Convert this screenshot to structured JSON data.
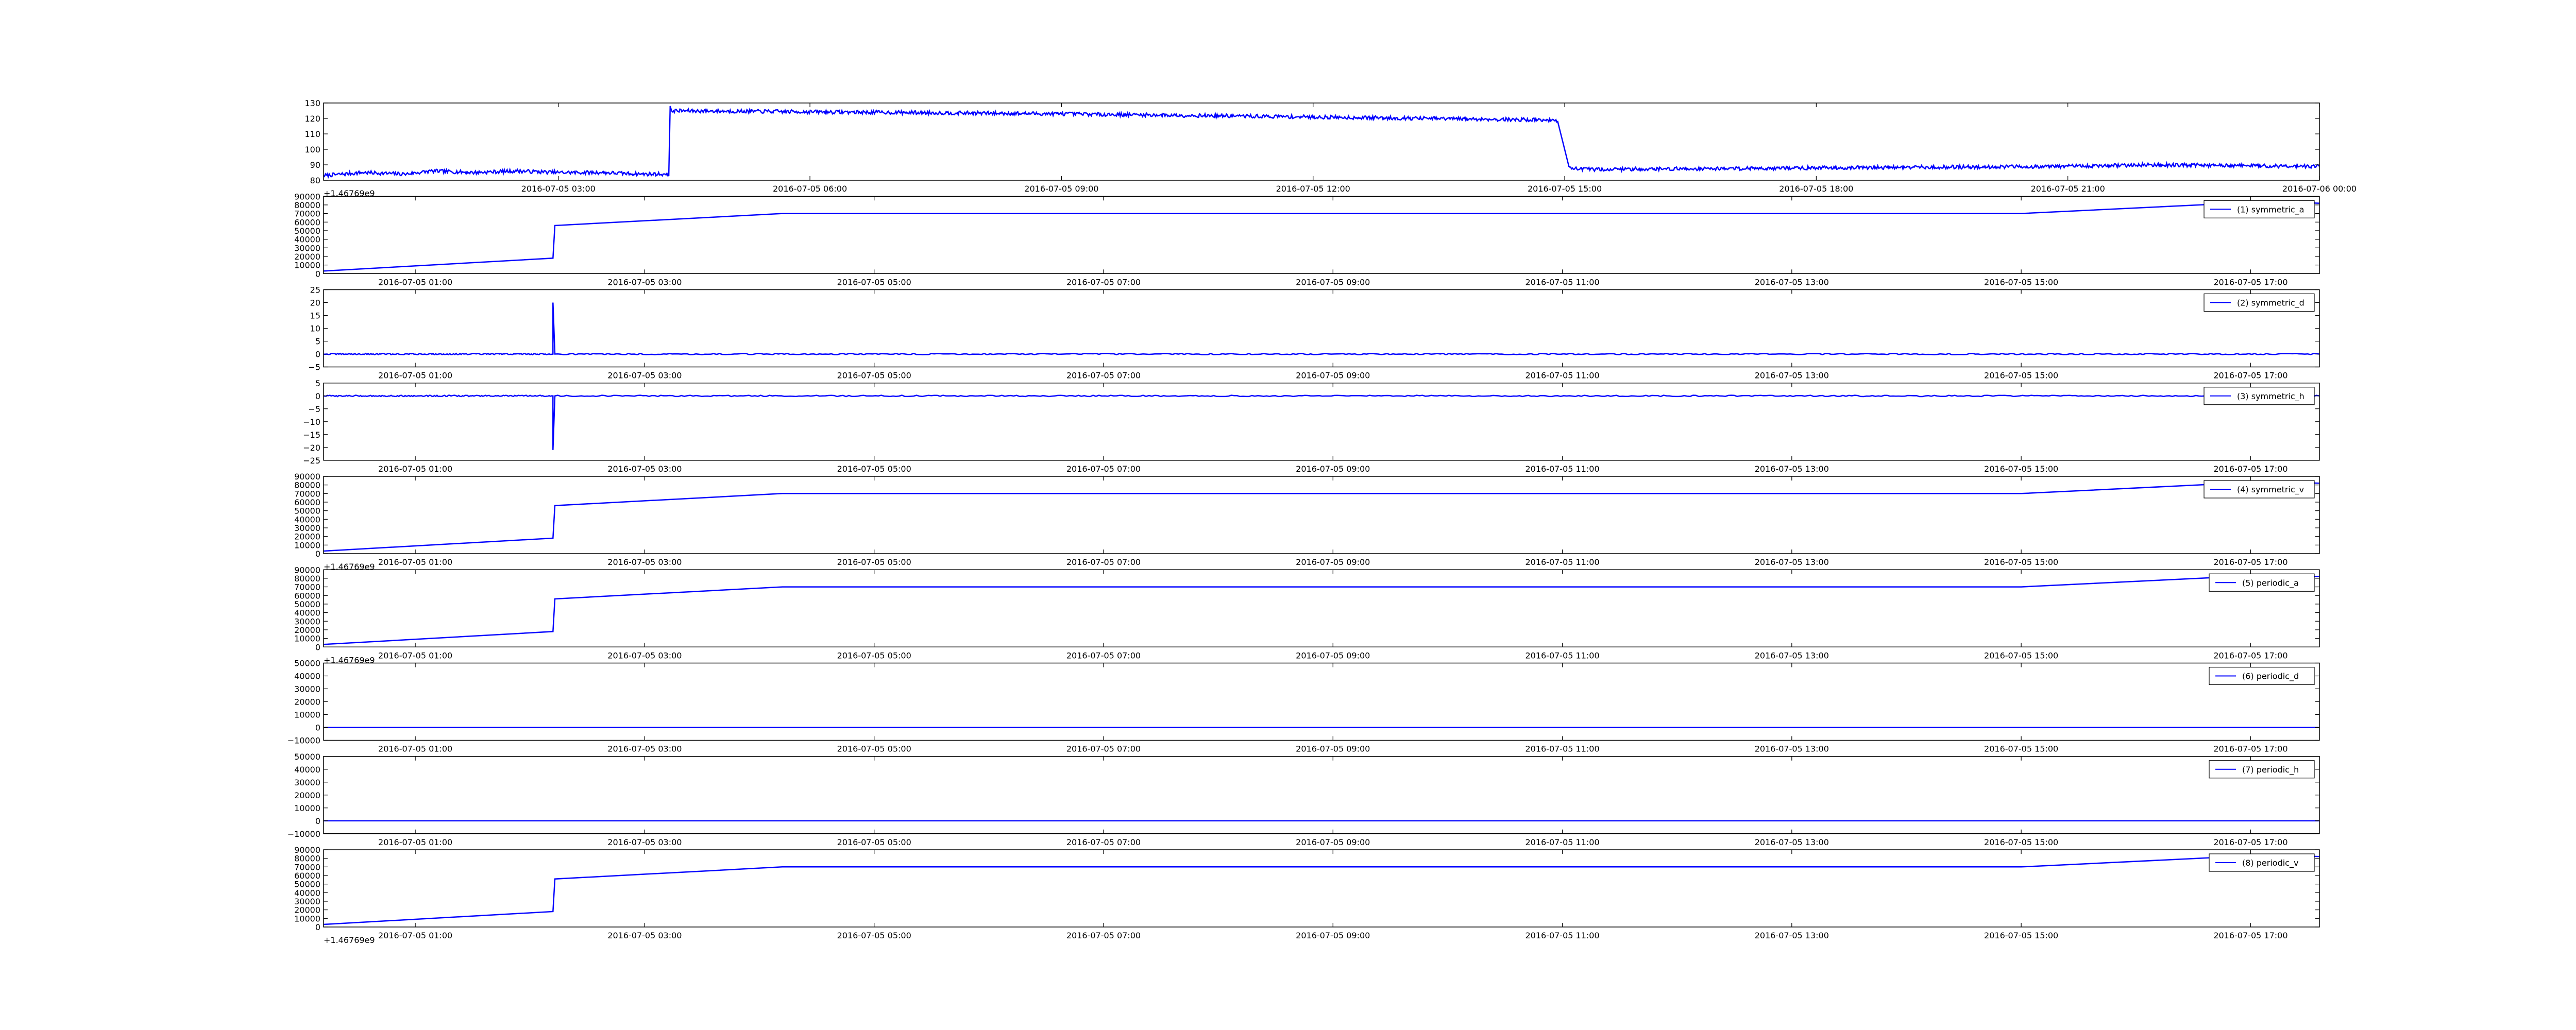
{
  "figure": {
    "background": "#ffffff",
    "line_color": "#0000ff"
  },
  "chart_data": [
    {
      "type": "line",
      "title": "",
      "xlabel": "",
      "ylabel": "",
      "offset_text": "+1.46769e9",
      "ylim": [
        80,
        130
      ],
      "yticks": [
        "80",
        "90",
        "100",
        "110",
        "120",
        "130"
      ],
      "xlim": [
        "2016-07-05 00:12",
        "2016-07-06 00:00"
      ],
      "xticks": [
        {
          "label": "2016-07-05 03:00",
          "t": "2016-07-05 03:00"
        },
        {
          "label": "2016-07-05 06:00",
          "t": "2016-07-05 06:00"
        },
        {
          "label": "2016-07-05 09:00",
          "t": "2016-07-05 09:00"
        },
        {
          "label": "2016-07-05 12:00",
          "t": "2016-07-05 12:00"
        },
        {
          "label": "2016-07-05 15:00",
          "t": "2016-07-05 15:00"
        },
        {
          "label": "2016-07-05 18:00",
          "t": "2016-07-05 18:00"
        },
        {
          "label": "2016-07-05 21:00",
          "t": "2016-07-05 21:00"
        },
        {
          "label": "2016-07-06 00:00",
          "t": "2016-07-06 00:00"
        }
      ],
      "series": [
        {
          "noise": 1.2,
          "points": [
            [
              "2016-07-05 00:12",
              83
            ],
            [
              "2016-07-05 00:40",
              85
            ],
            [
              "2016-07-05 01:10",
              84
            ],
            [
              "2016-07-05 01:30",
              86
            ],
            [
              "2016-07-05 02:00",
              85
            ],
            [
              "2016-07-05 02:30",
              86
            ],
            [
              "2016-07-05 03:00",
              85
            ],
            [
              "2016-07-05 03:30",
              85
            ],
            [
              "2016-07-05 04:00",
              84
            ],
            [
              "2016-07-05 04:15",
              84
            ],
            [
              "2016-07-05 04:19",
              83
            ],
            [
              "2016-07-05 04:20",
              128
            ],
            [
              "2016-07-05 04:21",
              125
            ],
            [
              "2016-07-05 09:00",
              123
            ],
            [
              "2016-07-05 14:48",
              119
            ],
            [
              "2016-07-05 14:55",
              118
            ],
            [
              "2016-07-05 15:03",
              89
            ],
            [
              "2016-07-05 15:10",
              87
            ],
            [
              "2016-07-05 18:00",
              88
            ],
            [
              "2016-07-05 21:00",
              89
            ],
            [
              "2016-07-05 22:00",
              90
            ],
            [
              "2016-07-06 00:00",
              89
            ]
          ]
        }
      ]
    },
    {
      "type": "line",
      "title": "",
      "xlabel": "",
      "ylabel": "",
      "ylim": [
        0,
        90000
      ],
      "yticks": [
        "0",
        "10000",
        "20000",
        "30000",
        "40000",
        "50000",
        "60000",
        "70000",
        "80000",
        "90000"
      ],
      "xlim": [
        "2016-07-05 00:12",
        "2016-07-05 17:36"
      ],
      "xticks": [
        {
          "label": "2016-07-05 01:00",
          "t": "2016-07-05 01:00"
        },
        {
          "label": "2016-07-05 03:00",
          "t": "2016-07-05 03:00"
        },
        {
          "label": "2016-07-05 05:00",
          "t": "2016-07-05 05:00"
        },
        {
          "label": "2016-07-05 07:00",
          "t": "2016-07-05 07:00"
        },
        {
          "label": "2016-07-05 09:00",
          "t": "2016-07-05 09:00"
        },
        {
          "label": "2016-07-05 11:00",
          "t": "2016-07-05 11:00"
        },
        {
          "label": "2016-07-05 13:00",
          "t": "2016-07-05 13:00"
        },
        {
          "label": "2016-07-05 15:00",
          "t": "2016-07-05 15:00"
        },
        {
          "label": "2016-07-05 17:00",
          "t": "2016-07-05 17:00"
        }
      ],
      "legend": "(1) symmetric_a",
      "legend_loc": "upper right",
      "series": [
        {
          "name": "(1) symmetric_a",
          "noise": 0,
          "points": [
            [
              "2016-07-05 00:12",
              3000
            ],
            [
              "2016-07-05 02:12",
              18000
            ],
            [
              "2016-07-05 02:13",
              56000
            ],
            [
              "2016-07-05 04:12",
              70000
            ],
            [
              "2016-07-05 15:00",
              70000
            ],
            [
              "2016-07-05 17:10",
              84000
            ],
            [
              "2016-07-05 17:36",
              82000
            ]
          ]
        }
      ]
    },
    {
      "type": "line",
      "title": "",
      "xlabel": "",
      "ylabel": "",
      "ylim": [
        -5,
        25
      ],
      "yticks": [
        "−5",
        "0",
        "5",
        "10",
        "15",
        "20",
        "25"
      ],
      "xlim": [
        "2016-07-05 00:12",
        "2016-07-05 17:36"
      ],
      "xticks": [
        {
          "label": "2016-07-05 01:00",
          "t": "2016-07-05 01:00"
        },
        {
          "label": "2016-07-05 03:00",
          "t": "2016-07-05 03:00"
        },
        {
          "label": "2016-07-05 05:00",
          "t": "2016-07-05 05:00"
        },
        {
          "label": "2016-07-05 07:00",
          "t": "2016-07-05 07:00"
        },
        {
          "label": "2016-07-05 09:00",
          "t": "2016-07-05 09:00"
        },
        {
          "label": "2016-07-05 11:00",
          "t": "2016-07-05 11:00"
        },
        {
          "label": "2016-07-05 13:00",
          "t": "2016-07-05 13:00"
        },
        {
          "label": "2016-07-05 15:00",
          "t": "2016-07-05 15:00"
        },
        {
          "label": "2016-07-05 17:00",
          "t": "2016-07-05 17:00"
        }
      ],
      "legend": "(2) symmetric_d",
      "legend_loc": "upper right",
      "series": [
        {
          "name": "(2) symmetric_d",
          "noise": 0.25,
          "points": [
            [
              "2016-07-05 00:12",
              0
            ],
            [
              "2016-07-05 02:12",
              0
            ],
            [
              "2016-07-05 02:12",
              20
            ],
            [
              "2016-07-05 02:13",
              0
            ],
            [
              "2016-07-05 17:36",
              0
            ]
          ]
        }
      ]
    },
    {
      "type": "line",
      "title": "",
      "xlabel": "",
      "ylabel": "",
      "ylim": [
        -25,
        5
      ],
      "yticks": [
        "−25",
        "−20",
        "−15",
        "−10",
        "−5",
        "0",
        "5"
      ],
      "xlim": [
        "2016-07-05 00:12",
        "2016-07-05 17:36"
      ],
      "xticks": [
        {
          "label": "2016-07-05 01:00",
          "t": "2016-07-05 01:00"
        },
        {
          "label": "2016-07-05 03:00",
          "t": "2016-07-05 03:00"
        },
        {
          "label": "2016-07-05 05:00",
          "t": "2016-07-05 05:00"
        },
        {
          "label": "2016-07-05 07:00",
          "t": "2016-07-05 07:00"
        },
        {
          "label": "2016-07-05 09:00",
          "t": "2016-07-05 09:00"
        },
        {
          "label": "2016-07-05 11:00",
          "t": "2016-07-05 11:00"
        },
        {
          "label": "2016-07-05 13:00",
          "t": "2016-07-05 13:00"
        },
        {
          "label": "2016-07-05 15:00",
          "t": "2016-07-05 15:00"
        },
        {
          "label": "2016-07-05 17:00",
          "t": "2016-07-05 17:00"
        }
      ],
      "legend": "(3) symmetric_h",
      "legend_loc": "upper right",
      "series": [
        {
          "name": "(3) symmetric_h",
          "noise": 0.25,
          "points": [
            [
              "2016-07-05 00:12",
              0
            ],
            [
              "2016-07-05 02:12",
              0
            ],
            [
              "2016-07-05 02:12",
              -21
            ],
            [
              "2016-07-05 02:13",
              0
            ],
            [
              "2016-07-05 17:36",
              0
            ]
          ]
        }
      ]
    },
    {
      "type": "line",
      "title": "",
      "xlabel": "",
      "ylabel": "",
      "offset_text": "+1.46769e9",
      "ylim": [
        0,
        90000
      ],
      "yticks": [
        "0",
        "10000",
        "20000",
        "30000",
        "40000",
        "50000",
        "60000",
        "70000",
        "80000",
        "90000"
      ],
      "xlim": [
        "2016-07-05 00:12",
        "2016-07-05 17:36"
      ],
      "xticks": [
        {
          "label": "2016-07-05 01:00",
          "t": "2016-07-05 01:00"
        },
        {
          "label": "2016-07-05 03:00",
          "t": "2016-07-05 03:00"
        },
        {
          "label": "2016-07-05 05:00",
          "t": "2016-07-05 05:00"
        },
        {
          "label": "2016-07-05 07:00",
          "t": "2016-07-05 07:00"
        },
        {
          "label": "2016-07-05 09:00",
          "t": "2016-07-05 09:00"
        },
        {
          "label": "2016-07-05 11:00",
          "t": "2016-07-05 11:00"
        },
        {
          "label": "2016-07-05 13:00",
          "t": "2016-07-05 13:00"
        },
        {
          "label": "2016-07-05 15:00",
          "t": "2016-07-05 15:00"
        },
        {
          "label": "2016-07-05 17:00",
          "t": "2016-07-05 17:00"
        }
      ],
      "legend": "(4) symmetric_v",
      "legend_loc": "upper right",
      "series": [
        {
          "name": "(4) symmetric_v",
          "noise": 0,
          "points": [
            [
              "2016-07-05 00:12",
              3000
            ],
            [
              "2016-07-05 02:12",
              18000
            ],
            [
              "2016-07-05 02:13",
              56000
            ],
            [
              "2016-07-05 04:12",
              70000
            ],
            [
              "2016-07-05 15:00",
              70000
            ],
            [
              "2016-07-05 17:10",
              84000
            ],
            [
              "2016-07-05 17:36",
              82000
            ]
          ]
        }
      ]
    },
    {
      "type": "line",
      "title": "",
      "xlabel": "",
      "ylabel": "",
      "offset_text": "+1.46769e9",
      "ylim": [
        0,
        90000
      ],
      "yticks": [
        "0",
        "10000",
        "20000",
        "30000",
        "40000",
        "50000",
        "60000",
        "70000",
        "80000",
        "90000"
      ],
      "xlim": [
        "2016-07-05 00:12",
        "2016-07-05 17:36"
      ],
      "xticks": [
        {
          "label": "2016-07-05 01:00",
          "t": "2016-07-05 01:00"
        },
        {
          "label": "2016-07-05 03:00",
          "t": "2016-07-05 03:00"
        },
        {
          "label": "2016-07-05 05:00",
          "t": "2016-07-05 05:00"
        },
        {
          "label": "2016-07-05 07:00",
          "t": "2016-07-05 07:00"
        },
        {
          "label": "2016-07-05 09:00",
          "t": "2016-07-05 09:00"
        },
        {
          "label": "2016-07-05 11:00",
          "t": "2016-07-05 11:00"
        },
        {
          "label": "2016-07-05 13:00",
          "t": "2016-07-05 13:00"
        },
        {
          "label": "2016-07-05 15:00",
          "t": "2016-07-05 15:00"
        },
        {
          "label": "2016-07-05 17:00",
          "t": "2016-07-05 17:00"
        }
      ],
      "legend": "(5) periodic_a",
      "legend_loc": "upper right",
      "series": [
        {
          "name": "(5) periodic_a",
          "noise": 0,
          "points": [
            [
              "2016-07-05 00:12",
              3000
            ],
            [
              "2016-07-05 02:12",
              18000
            ],
            [
              "2016-07-05 02:13",
              56000
            ],
            [
              "2016-07-05 04:12",
              70000
            ],
            [
              "2016-07-05 15:00",
              70000
            ],
            [
              "2016-07-05 17:10",
              84000
            ],
            [
              "2016-07-05 17:36",
              82000
            ]
          ]
        }
      ]
    },
    {
      "type": "line",
      "title": "",
      "xlabel": "",
      "ylabel": "",
      "ylim": [
        -10000,
        50000
      ],
      "yticks": [
        "−10000",
        "0",
        "10000",
        "20000",
        "30000",
        "40000",
        "50000"
      ],
      "xlim": [
        "2016-07-05 00:12",
        "2016-07-05 17:36"
      ],
      "xticks": [
        {
          "label": "2016-07-05 01:00",
          "t": "2016-07-05 01:00"
        },
        {
          "label": "2016-07-05 03:00",
          "t": "2016-07-05 03:00"
        },
        {
          "label": "2016-07-05 05:00",
          "t": "2016-07-05 05:00"
        },
        {
          "label": "2016-07-05 07:00",
          "t": "2016-07-05 07:00"
        },
        {
          "label": "2016-07-05 09:00",
          "t": "2016-07-05 09:00"
        },
        {
          "label": "2016-07-05 11:00",
          "t": "2016-07-05 11:00"
        },
        {
          "label": "2016-07-05 13:00",
          "t": "2016-07-05 13:00"
        },
        {
          "label": "2016-07-05 15:00",
          "t": "2016-07-05 15:00"
        },
        {
          "label": "2016-07-05 17:00",
          "t": "2016-07-05 17:00"
        }
      ],
      "legend": "(6) periodic_d",
      "legend_loc": "upper right",
      "series": [
        {
          "name": "(6) periodic_d",
          "noise": 0,
          "points": [
            [
              "2016-07-05 00:12",
              0
            ],
            [
              "2016-07-05 17:36",
              0
            ]
          ]
        }
      ]
    },
    {
      "type": "line",
      "title": "",
      "xlabel": "",
      "ylabel": "",
      "ylim": [
        -10000,
        50000
      ],
      "yticks": [
        "−10000",
        "0",
        "10000",
        "20000",
        "30000",
        "40000",
        "50000"
      ],
      "xlim": [
        "2016-07-05 00:12",
        "2016-07-05 17:36"
      ],
      "xticks": [
        {
          "label": "2016-07-05 01:00",
          "t": "2016-07-05 01:00"
        },
        {
          "label": "2016-07-05 03:00",
          "t": "2016-07-05 03:00"
        },
        {
          "label": "2016-07-05 05:00",
          "t": "2016-07-05 05:00"
        },
        {
          "label": "2016-07-05 07:00",
          "t": "2016-07-05 07:00"
        },
        {
          "label": "2016-07-05 09:00",
          "t": "2016-07-05 09:00"
        },
        {
          "label": "2016-07-05 11:00",
          "t": "2016-07-05 11:00"
        },
        {
          "label": "2016-07-05 13:00",
          "t": "2016-07-05 13:00"
        },
        {
          "label": "2016-07-05 15:00",
          "t": "2016-07-05 15:00"
        },
        {
          "label": "2016-07-05 17:00",
          "t": "2016-07-05 17:00"
        }
      ],
      "legend": "(7) periodic_h",
      "legend_loc": "upper right",
      "series": [
        {
          "name": "(7) periodic_h",
          "noise": 0,
          "points": [
            [
              "2016-07-05 00:12",
              0
            ],
            [
              "2016-07-05 17:36",
              0
            ]
          ]
        }
      ]
    },
    {
      "type": "line",
      "title": "",
      "xlabel": "",
      "ylabel": "",
      "offset_text": "+1.46769e9",
      "ylim": [
        0,
        90000
      ],
      "yticks": [
        "0",
        "10000",
        "20000",
        "30000",
        "40000",
        "50000",
        "60000",
        "70000",
        "80000",
        "90000"
      ],
      "xlim": [
        "2016-07-05 00:12",
        "2016-07-05 17:36"
      ],
      "xticks": [
        {
          "label": "2016-07-05 01:00",
          "t": "2016-07-05 01:00"
        },
        {
          "label": "2016-07-05 03:00",
          "t": "2016-07-05 03:00"
        },
        {
          "label": "2016-07-05 05:00",
          "t": "2016-07-05 05:00"
        },
        {
          "label": "2016-07-05 07:00",
          "t": "2016-07-05 07:00"
        },
        {
          "label": "2016-07-05 09:00",
          "t": "2016-07-05 09:00"
        },
        {
          "label": "2016-07-05 11:00",
          "t": "2016-07-05 11:00"
        },
        {
          "label": "2016-07-05 13:00",
          "t": "2016-07-05 13:00"
        },
        {
          "label": "2016-07-05 15:00",
          "t": "2016-07-05 15:00"
        },
        {
          "label": "2016-07-05 17:00",
          "t": "2016-07-05 17:00"
        }
      ],
      "legend": "(8) periodic_v",
      "legend_loc": "upper right",
      "series": [
        {
          "name": "(8) periodic_v",
          "noise": 0,
          "points": [
            [
              "2016-07-05 00:12",
              3000
            ],
            [
              "2016-07-05 02:12",
              18000
            ],
            [
              "2016-07-05 02:13",
              56000
            ],
            [
              "2016-07-05 04:12",
              70000
            ],
            [
              "2016-07-05 15:00",
              70000
            ],
            [
              "2016-07-05 17:10",
              84000
            ],
            [
              "2016-07-05 17:36",
              82000
            ]
          ]
        }
      ]
    }
  ]
}
